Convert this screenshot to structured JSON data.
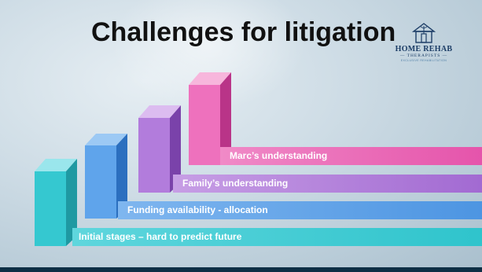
{
  "slide": {
    "title": "Challenges for litigation",
    "logo": {
      "name": "HOME REHAB",
      "subtitle": "— THERAPISTS —",
      "tagline": "EXCLUSIVE REHABILITATION",
      "color": "#1c3d66"
    },
    "bands": [
      {
        "label": "Initial stages – hard to predict future",
        "color": "#2fc4cc"
      },
      {
        "label": "Funding availability - allocation",
        "color": "#4d95e2"
      },
      {
        "label": "Family’s understanding",
        "color": "#a26ad2"
      },
      {
        "label": "Marc’s understanding",
        "color": "#e554ab"
      }
    ]
  }
}
